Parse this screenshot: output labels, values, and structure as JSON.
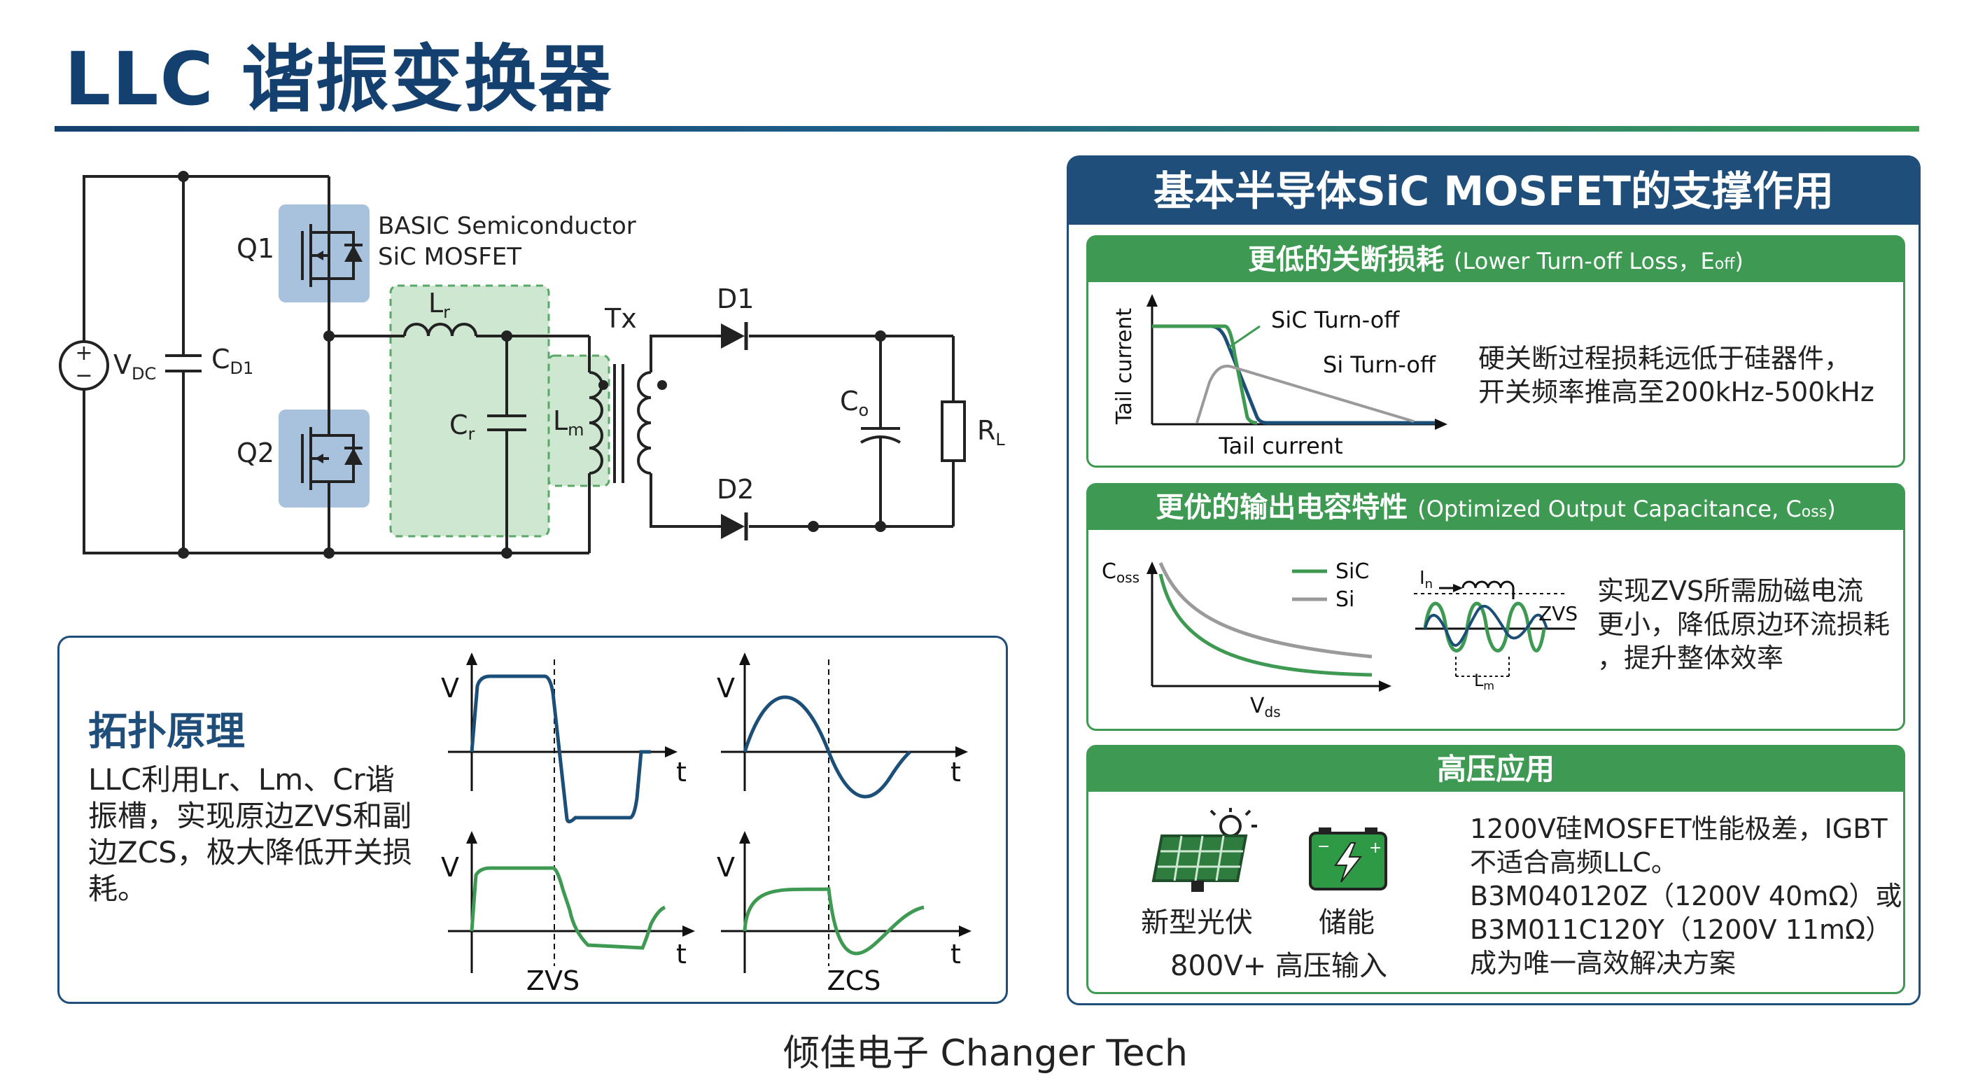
{
  "title": "LLC 谐振变换器",
  "footer": "倾佳电子 Changer Tech",
  "circuit": {
    "vdc": "V",
    "vdc_sub": "DC",
    "cd1": "C",
    "cd1_sub": "D1",
    "q1": "Q1",
    "q2": "Q2",
    "mosfet_label_1": "BASIC Semiconductor",
    "mosfet_label_2": "SiC MOSFET",
    "lr": "L",
    "lr_sub": "r",
    "cr": "C",
    "cr_sub": "r",
    "lm": "L",
    "lm_sub": "m",
    "tx": "Tx",
    "d1": "D1",
    "d2": "D2",
    "co": "C",
    "co_sub": "o",
    "rl": "R",
    "rl_sub": "L"
  },
  "topology": {
    "heading": "拓扑原理",
    "body": "LLC利用Lr、Lm、Cr谐振槽，实现原边ZVS和副边ZCS，极大降低开关损耗。",
    "axis_v": "V",
    "axis_t": "t",
    "zvs_label": "ZVS",
    "zcs_label": "ZCS"
  },
  "sic_panel": {
    "header": "基本半导体SiC MOSFET的支撑作用",
    "turnoff": {
      "title_cn": "更低的关断损耗",
      "title_en": "(Lower Turn-off Loss，E",
      "title_en_sub": "off",
      "title_en_end": ")",
      "y_axis": "Tail current",
      "x_axis": "Tail current",
      "legend_sic": "SiC Turn-off",
      "legend_si": "Si Turn-off",
      "desc_line1": "硬关断过程损耗远低于硅器件，",
      "desc_line2": "开关频率推高至200kHz-500kHz"
    },
    "coss": {
      "title_cn": "更优的输出电容特性",
      "title_en": "(Optimized Output Capacitance, C",
      "title_en_sub": "oss",
      "title_en_end": ")",
      "y_axis": "C",
      "y_axis_sub": "oss",
      "x_axis": "V",
      "x_axis_sub": "ds",
      "legend_sic": "SiC",
      "legend_si": "Si",
      "in_label": "I",
      "in_sub": "n",
      "lm_label": "L",
      "lm_sub": "m",
      "zvs_label": "ZVS",
      "desc_line1": "实现ZVS所需励磁电流",
      "desc_line2": "更小，降低原边环流损耗",
      "desc_line3": "，提升整体效率"
    },
    "hv": {
      "title": "高压应用",
      "pv_label": "新型光伏",
      "storage_label": "储能",
      "input_label": "800V+ 高压输入",
      "desc_line1": "1200V硅MOSFET性能极差，IGBT",
      "desc_line2": "不适合高频LLC。",
      "desc_line3": "B3M040120Z（1200V 40mΩ）或",
      "desc_line4": "B3M011C120Y（1200V 11mΩ）",
      "desc_line5": "成为唯一高效解决方案"
    }
  },
  "colors": {
    "navy": "#1e4e79",
    "title_blue": "#14406f",
    "green": "#3e9a52",
    "waveform_blue": "#1b4f78",
    "gray_curve": "#9a9a9a",
    "mosfet_box": "#a8c2dd",
    "tank_box": "#cde7d1"
  }
}
